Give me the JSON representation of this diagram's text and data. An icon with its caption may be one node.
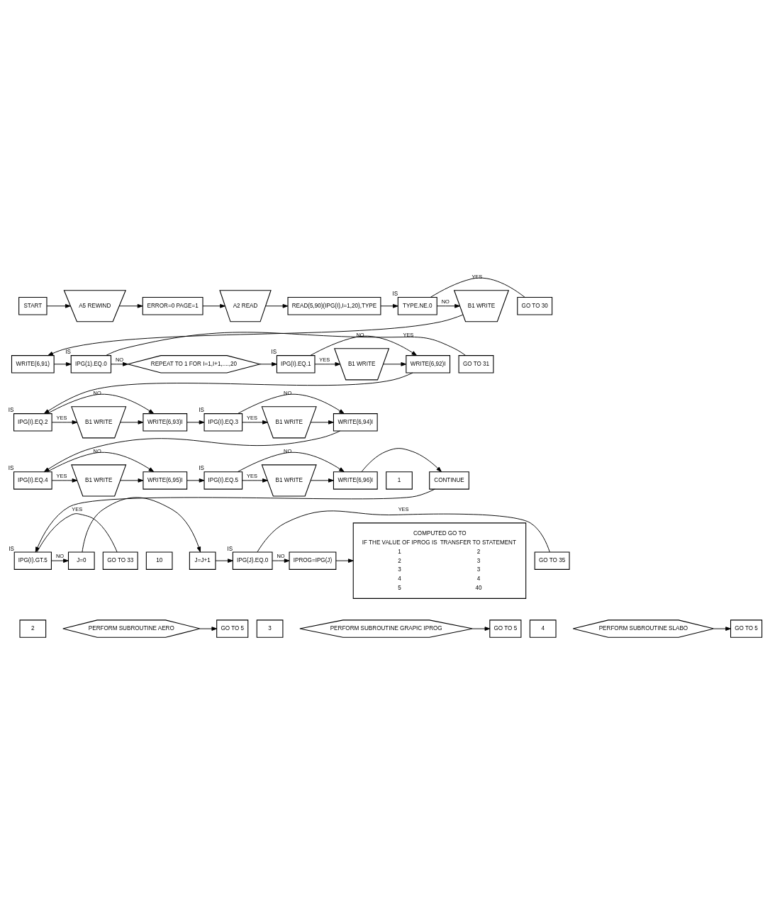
{
  "diagram": {
    "nodes": [
      {
        "text": [
          "START"
        ]
      },
      {
        "text": [
          "A5 REWIND"
        ]
      },
      {
        "text": [
          "ERROR=0 PAGE=1"
        ]
      },
      {
        "text": [
          "A2 READ"
        ]
      },
      {
        "text": [
          "READ(5,90)(IPG(I),I=1,20),TYPE"
        ]
      },
      {
        "text": [
          "TYPE.NE.0"
        ],
        "beside": [
          "IS"
        ]
      },
      {
        "text": [
          "GO TO 30"
        ]
      },
      {
        "text": [
          "B1 WRITE"
        ]
      },
      {
        "text": [
          "WRITE(6,91)"
        ]
      },
      {
        "text": [
          "IPG(1).EQ.0"
        ],
        "beside": [
          "IS"
        ]
      },
      {
        "text": [
          "GO TO 31"
        ]
      },
      {
        "text": [
          "REPEAT TO 1 FOR I=1,I+1,....,20"
        ]
      },
      {
        "text": [
          "IPG(I).EQ.1"
        ],
        "beside": [
          "IS"
        ]
      },
      {
        "text": [
          "B1 WRITE"
        ]
      },
      {
        "text": [
          "WRITE(6,92)I"
        ]
      },
      {
        "text": [
          "IPG(I).EQ.2"
        ],
        "beside": [
          "IS"
        ]
      },
      {
        "text": [
          "B1 WRITE"
        ]
      },
      {
        "text": [
          "WRITE(6,93)I"
        ]
      },
      {
        "text": [
          "IPG(I).EQ.3"
        ],
        "beside": [
          "IS"
        ]
      },
      {
        "text": [
          "B1 WRITE"
        ]
      },
      {
        "text": [
          "WRITE(6,94)I"
        ]
      },
      {
        "text": [
          "IPG(I).EQ.4"
        ],
        "beside": [
          "IS"
        ]
      },
      {
        "text": [
          "B1 WRITE"
        ]
      },
      {
        "text": [
          "WRITE(6,95)I"
        ]
      },
      {
        "text": [
          "IPG(I).EQ.5"
        ],
        "beside": [
          "IS"
        ]
      },
      {
        "text": [
          "B1 WRITE"
        ]
      },
      {
        "text": [
          "WRITE(6,96)I"
        ]
      },
      {
        "text": [
          "1"
        ]
      },
      {
        "text": [
          "CONTINUE"
        ]
      },
      {
        "text": [
          "IPG(I).GT.5"
        ],
        "beside": [
          "IS"
        ]
      },
      {
        "text": [
          "GO TO 33"
        ]
      },
      {
        "text": [
          "J=0"
        ]
      },
      {
        "text": [
          "10"
        ]
      },
      {
        "text": [
          "J=J+1"
        ]
      },
      {
        "text": [
          "IPG(J).EQ.0"
        ],
        "beside": [
          "IS"
        ]
      },
      {
        "text": [
          "GO TO 35"
        ]
      },
      {
        "text": [
          "IPROG=IPG(J)"
        ]
      },
      {
        "text": [
          "COMPUTED GO TO",
          "IF THE VALUE OF IPROG IS",
          "TRANSFER TO STATEMENT",
          "1",
          "2",
          "2",
          "3",
          "3",
          "3",
          "4",
          "4",
          "5",
          "40"
        ]
      },
      {
        "text": [
          "2"
        ]
      },
      {
        "text": [
          "PERFORM SUBROUTINE AERO"
        ]
      },
      {
        "text": [
          "GO TO 5"
        ]
      },
      {
        "text": [
          "3"
        ]
      },
      {
        "text": [
          "PERFORM SUBROUTINE GRAPIC IPROG"
        ]
      },
      {
        "text": [
          "GO TO 5"
        ]
      },
      {
        "text": [
          "4"
        ]
      },
      {
        "text": [
          "PERFORM SUBROUTINE SLABO"
        ]
      },
      {
        "text": [
          "GO TO 5"
        ]
      }
    ],
    "edges": [
      {
        "from": 0,
        "to": 1,
        "arrow": "to"
      },
      {
        "from": 1,
        "to": 2,
        "arrow": "to"
      },
      {
        "from": 2,
        "to": 3,
        "arrow": "to"
      },
      {
        "from": 3,
        "to": 4,
        "arrow": "to"
      },
      {
        "from": 4,
        "to": 5,
        "arrow": "to"
      },
      {
        "from": 5,
        "to": 6,
        "label": "YES",
        "arrow": "none"
      },
      {
        "from": 5,
        "to": 7,
        "label": "NO",
        "arrow": "to"
      },
      {
        "from": 7,
        "to": 8,
        "arrow": "to"
      },
      {
        "from": 8,
        "to": 9,
        "arrow": "to"
      },
      {
        "from": 9,
        "to": 10,
        "label": "YES",
        "arrow": "none"
      },
      {
        "from": 9,
        "to": 11,
        "label": "NO",
        "arrow": "to"
      },
      {
        "from": 11,
        "to": 12,
        "arrow": "to"
      },
      {
        "from": 12,
        "to": 13,
        "label": "YES",
        "arrow": "to"
      },
      {
        "from": 12,
        "to": 14,
        "label": "NO",
        "arrow": "to"
      },
      {
        "from": 13,
        "to": 14,
        "arrow": "to"
      },
      {
        "from": 14,
        "to": 15,
        "arrow": "to"
      },
      {
        "from": 15,
        "to": 16,
        "label": "YES",
        "arrow": "to"
      },
      {
        "from": 15,
        "to": 17,
        "label": "NO",
        "arrow": "to"
      },
      {
        "from": 16,
        "to": 17,
        "arrow": "to"
      },
      {
        "from": 17,
        "to": 18,
        "arrow": "to"
      },
      {
        "from": 18,
        "to": 19,
        "label": "YES",
        "arrow": "to"
      },
      {
        "from": 18,
        "to": 20,
        "label": "NO",
        "arrow": "to"
      },
      {
        "from": 19,
        "to": 20,
        "arrow": "to"
      },
      {
        "from": 20,
        "to": 21,
        "arrow": "to"
      },
      {
        "from": 21,
        "to": 22,
        "label": "YES",
        "arrow": "to"
      },
      {
        "from": 21,
        "to": 23,
        "label": "NO",
        "arrow": "to"
      },
      {
        "from": 22,
        "to": 23,
        "arrow": "to"
      },
      {
        "from": 23,
        "to": 24,
        "arrow": "to"
      },
      {
        "from": 24,
        "to": 25,
        "label": "YES",
        "arrow": "to"
      },
      {
        "from": 24,
        "to": 26,
        "label": "NO",
        "arrow": "to"
      },
      {
        "from": 25,
        "to": 26,
        "arrow": "to"
      },
      {
        "from": 26,
        "to": 28,
        "arrow": "to"
      },
      {
        "from": 28,
        "to": 29,
        "arrow": "to"
      },
      {
        "from": 29,
        "to": 30,
        "label": "YES",
        "arrow": "none"
      },
      {
        "from": 29,
        "to": 31,
        "label": "NO",
        "arrow": "to"
      },
      {
        "from": 31,
        "to": 33,
        "arrow": "to"
      },
      {
        "from": 33,
        "to": 34,
        "arrow": "to"
      },
      {
        "from": 34,
        "to": 35,
        "label": "YES",
        "arrow": "none"
      },
      {
        "from": 34,
        "to": 36,
        "label": "NO",
        "arrow": "to"
      },
      {
        "from": 36,
        "to": 37,
        "arrow": "to"
      },
      {
        "from": 39,
        "to": 40,
        "arrow": "to"
      },
      {
        "from": 42,
        "to": 43,
        "arrow": "to"
      },
      {
        "from": 45,
        "to": 46,
        "arrow": "to"
      }
    ]
  }
}
